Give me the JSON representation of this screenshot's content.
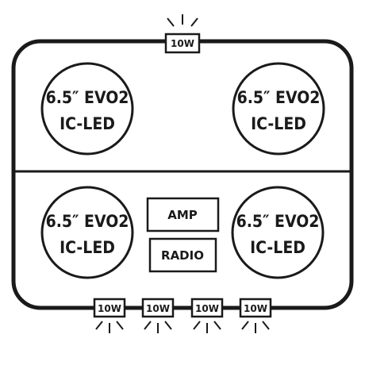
{
  "colors": {
    "ink": "#1a1a1a",
    "background": "#ffffff"
  },
  "speakers": [
    {
      "line1": "6.5″ EVO2",
      "line2": "IC-LED"
    },
    {
      "line1": "6.5″ EVO2",
      "line2": "IC-LED"
    },
    {
      "line1": "6.5″ EVO2",
      "line2": "IC-LED"
    },
    {
      "line1": "6.5″ EVO2",
      "line2": "IC-LED"
    }
  ],
  "components": {
    "amp_label": "AMP",
    "radio_label": "RADIO"
  },
  "lights": {
    "top": "10W",
    "bottom": [
      "10W",
      "10W",
      "10W",
      "10W"
    ]
  }
}
